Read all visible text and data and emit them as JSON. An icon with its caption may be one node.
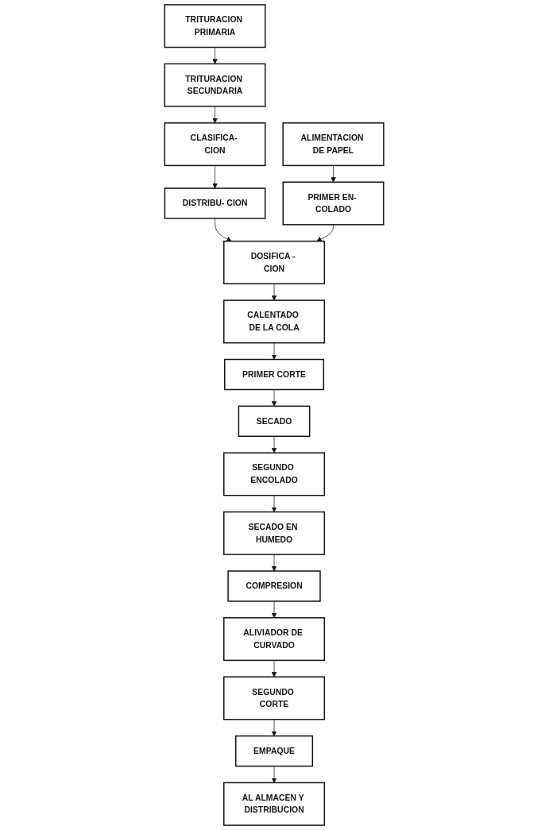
{
  "diagram": {
    "nodes": [
      {
        "text": [
          "TRITURACION PRIMARIA"
        ]
      },
      {
        "text": [
          "TRITURACION SECUNDARIA"
        ]
      },
      {
        "text": [
          "CLASIFICA- CION"
        ]
      },
      {
        "text": [
          "DISTRIBU- CION"
        ]
      },
      {
        "text": [
          "ALIMENTACION DE PAPEL"
        ]
      },
      {
        "text": [
          "PRIMER EN- COLADO"
        ]
      },
      {
        "text": [
          "DOSIFICA - CION"
        ]
      },
      {
        "text": [
          "SECADO"
        ]
      },
      {
        "text": [
          "PRIMER CORTE"
        ]
      },
      {
        "text": [
          "CALENTADO DE LA COLA"
        ]
      },
      {
        "text": [
          "SEGUNDO ENCOLADO"
        ]
      },
      {
        "text": [
          "SECADO EN HUMEDO"
        ]
      },
      {
        "text": [
          "COMPRESION"
        ]
      },
      {
        "text": [
          "EMPAQUE"
        ]
      },
      {
        "text": [
          "SEGUNDO CORTE"
        ]
      },
      {
        "text": [
          "ALIVIADOR DE CURVADO"
        ]
      },
      {
        "text": [
          "AL ALMACEN Y DISTRIBUCION"
        ]
      }
    ],
    "edges": [
      {
        "from": 0,
        "to": 1,
        "arrow": "to"
      },
      {
        "from": 1,
        "to": 2,
        "arrow": "to"
      },
      {
        "from": 2,
        "to": 3,
        "arrow": "to"
      },
      {
        "from": 3,
        "to": 6,
        "arrow": "to"
      },
      {
        "from": 4,
        "to": 5,
        "arrow": "to"
      },
      {
        "from": 5,
        "to": 6,
        "arrow": "to"
      },
      {
        "from": 6,
        "to": 9,
        "arrow": "to"
      },
      {
        "from": 9,
        "to": 8,
        "arrow": "to"
      },
      {
        "from": 8,
        "to": 7,
        "arrow": "to"
      },
      {
        "from": 7,
        "to": 10,
        "arrow": "to"
      },
      {
        "from": 10,
        "to": 11,
        "arrow": "to"
      },
      {
        "from": 11,
        "to": 12,
        "arrow": "to"
      },
      {
        "from": 12,
        "to": 15,
        "arrow": "to"
      },
      {
        "from": 15,
        "to": 14,
        "arrow": "to"
      },
      {
        "from": 14,
        "to": 13,
        "arrow": "to"
      },
      {
        "from": 13,
        "to": 16,
        "arrow": "to"
      }
    ]
  }
}
